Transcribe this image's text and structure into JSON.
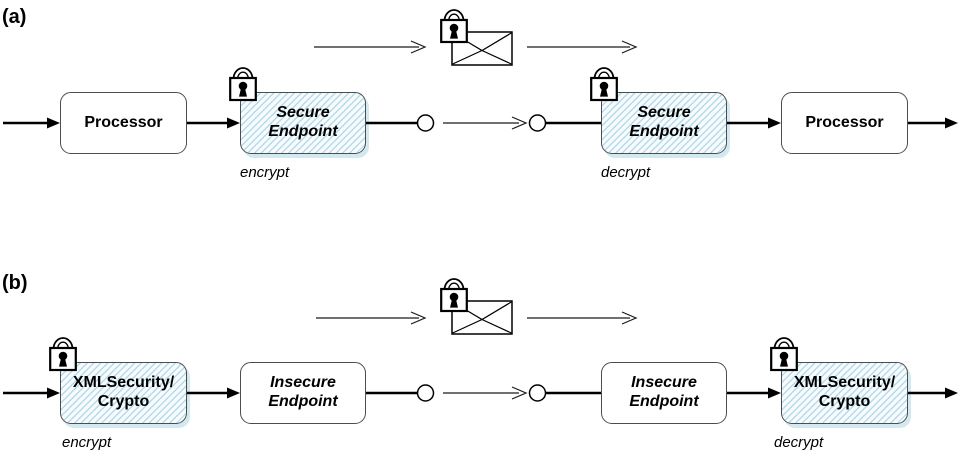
{
  "figure": {
    "panel_a": {
      "label": "(a)",
      "nodes": {
        "processor_in": "Processor",
        "secure_left": [
          "Secure",
          "Endpoint"
        ],
        "secure_right": [
          "Secure",
          "Endpoint"
        ],
        "processor_out": "Processor"
      },
      "caption_encrypt": "encrypt",
      "caption_decrypt": "decrypt"
    },
    "panel_b": {
      "label": "(b)",
      "nodes": {
        "crypto_left": [
          "XMLSecurity/",
          "Crypto"
        ],
        "insecure_left": [
          "Insecure",
          "Endpoint"
        ],
        "insecure_right": [
          "Insecure",
          "Endpoint"
        ],
        "crypto_right": [
          "XMLSecurity/",
          "Crypto"
        ]
      },
      "caption_encrypt": "encrypt",
      "caption_decrypt": "decrypt"
    },
    "icons": {
      "padlock": "padlock-icon",
      "envelope": "sealed-message-envelope-icon"
    },
    "colors": {
      "hatch_line": "#b5dbe9",
      "hatch_bg": "#f7fbfd",
      "box_border": "#4d4d4d",
      "stroke": "#000000"
    }
  }
}
